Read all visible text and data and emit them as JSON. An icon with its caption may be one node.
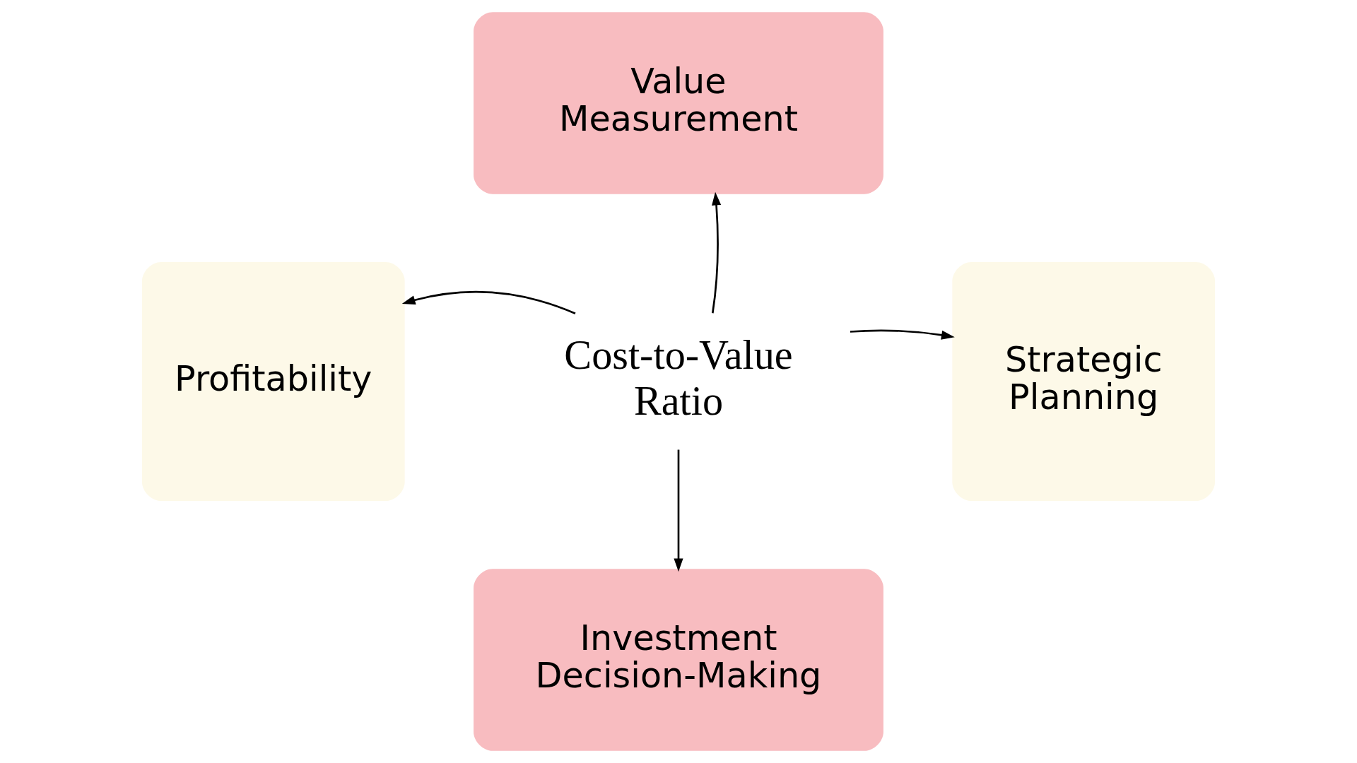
{
  "diagram": {
    "nodes": [
      {
        "text": [
          "Value Measurement"
        ]
      },
      {
        "text": [
          "Profitability"
        ]
      },
      {
        "text": [
          "Cost-to-Value Ratio"
        ]
      },
      {
        "text": [
          "Strategic Planning"
        ]
      },
      {
        "text": [
          "Investment Decision-Making"
        ]
      }
    ],
    "edges": [
      {
        "from": 2,
        "to": 0,
        "arrow": "to"
      },
      {
        "from": 2,
        "to": 1,
        "arrow": "to"
      },
      {
        "from": 2,
        "to": 3,
        "arrow": "to"
      },
      {
        "from": 2,
        "to": 4,
        "arrow": "to"
      }
    ]
  }
}
